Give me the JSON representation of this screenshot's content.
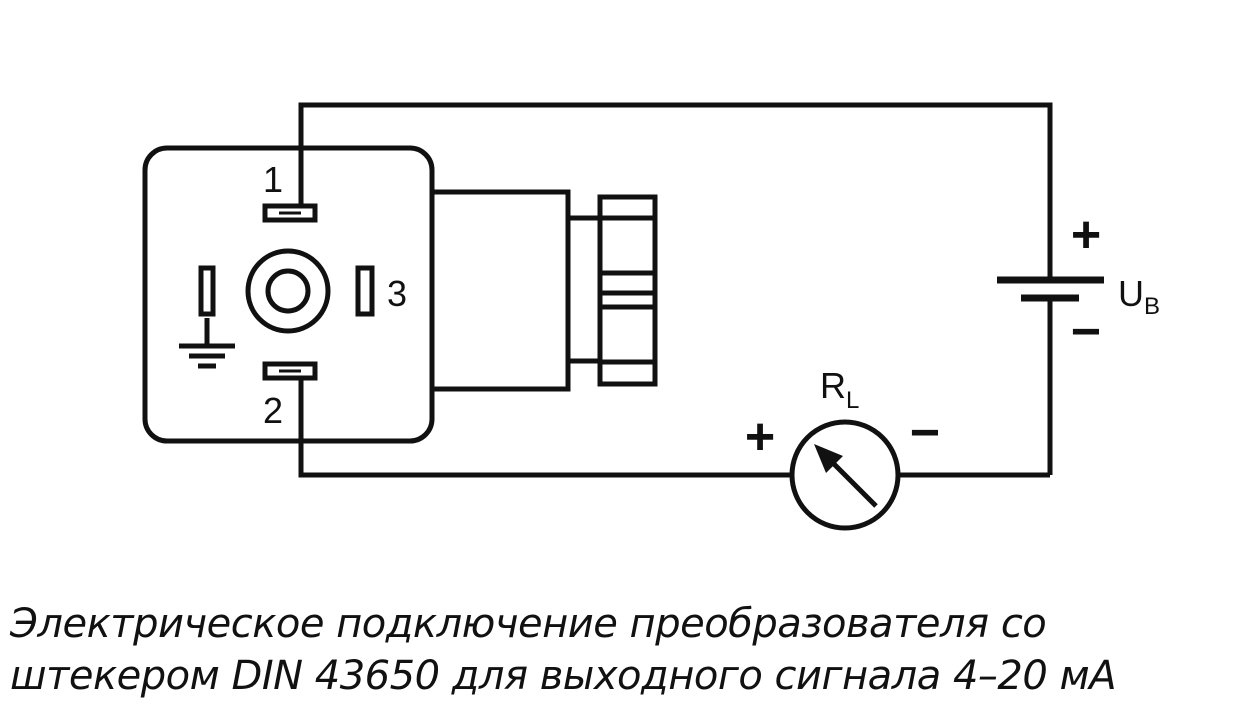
{
  "connector": {
    "pin1_label": "1",
    "pin2_label": "2",
    "pin3_label": "3"
  },
  "supply": {
    "plus": "+",
    "minus": "−",
    "symbol": "U",
    "subscript": "B"
  },
  "load": {
    "plus": "+",
    "minus": "−",
    "symbol": "R",
    "subscript": "L"
  },
  "icons": {
    "ground": "ground-icon",
    "meter": "ammeter-icon",
    "battery": "battery-icon"
  },
  "caption": {
    "line1": "Электрическое подключение преобразователя со",
    "line2": "штекером DIN 43650 для выходного сигнала 4–20 мА"
  }
}
